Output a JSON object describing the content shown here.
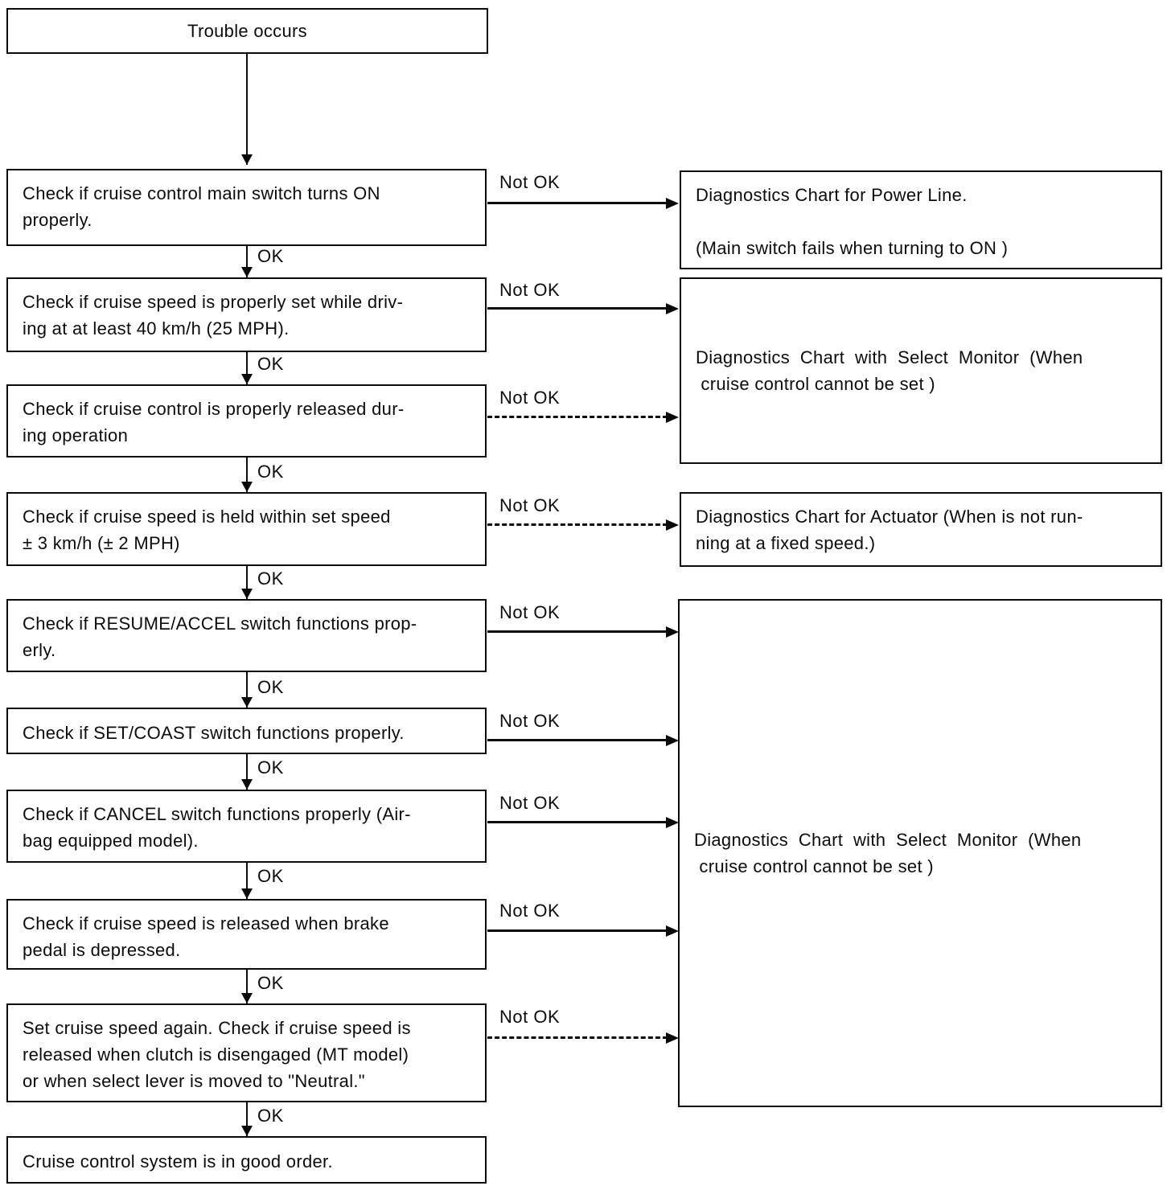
{
  "flow": {
    "start": "Trouble occurs",
    "ok_label": "OK",
    "not_ok_label": "Not OK",
    "steps": [
      "Check if cruise control main switch turns ON\nproperly.",
      "Check if cruise speed is properly set while driv-\ning at at least 40 km/h (25 MPH).",
      "Check if cruise control is properly released dur-\ning operation",
      "Check if cruise speed is held within set speed\n± 3 km/h (± 2 MPH)",
      "Check if RESUME/ACCEL switch functions prop-\nerly.",
      "Check if SET/COAST switch functions properly.",
      "Check if CANCEL switch functions properly (Air-\nbag equipped model).",
      "Check if cruise speed is released when brake\npedal is depressed.",
      "Set cruise speed again. Check if cruise speed is\nreleased when clutch is disengaged (MT model)\nor when select lever is moved to \"Neutral.\""
    ],
    "end": "Cruise control system is in good order.",
    "diagnostics": [
      "Diagnostics Chart for Power Line.\n\n(Main switch fails when turning to ON )",
      "Diagnostics  Chart  with  Select  Monitor  (When\n cruise control cannot be set )",
      "Diagnostics Chart for Actuator (When is not run-\nning at a fixed speed.)",
      "Diagnostics  Chart  with  Select  Monitor  (When\n cruise control cannot be set )"
    ]
  }
}
